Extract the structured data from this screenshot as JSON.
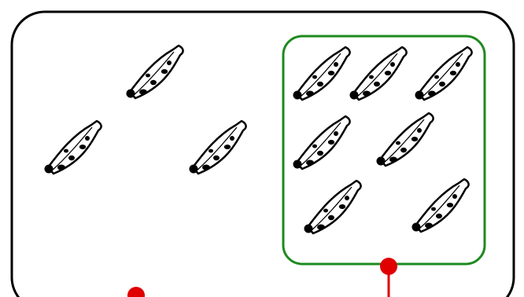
{
  "diagram": {
    "colors": {
      "outline": "#000000",
      "group_box": "#1e8a1e",
      "pointer": "#e00000",
      "banana_fill": "#ffffff",
      "spot": "#000000"
    },
    "outer_region": {
      "banana_count": 3
    },
    "group_region": {
      "banana_count": 7
    },
    "pointers": [
      {
        "name": "outer-region-pointer",
        "anchored_to": "outer-region"
      },
      {
        "name": "group-region-pointer",
        "anchored_to": "group-region"
      }
    ],
    "icon": "banana-icon"
  }
}
